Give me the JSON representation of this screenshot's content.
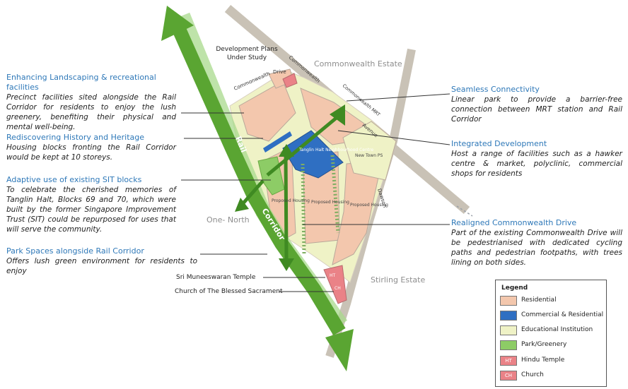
{
  "notes": [
    {
      "heading": "Enhancing Landscaping & recreational facilities",
      "body": "Precinct facilities sited alongside the Rail Corridor for residents to enjoy the lush greenery, benefiting their physical and mental well-being."
    },
    {
      "heading": "Rediscovering History and Heritage",
      "body": "Housing blocks fronting the Rail Corridor would be kept at 10 storeys."
    },
    {
      "heading": "Adaptive use of existing SIT blocks",
      "body": "To celebrate the cherished memories of Tanglin Halt, Blocks 69 and 70, which were built by the former Singapore Improvement Trust (SIT) could be repurposed for uses that will serve the community."
    },
    {
      "heading": "Park Spaces alongside Rail Corridor",
      "body": "Offers lush green environment for residents to enjoy"
    },
    {
      "heading": "Seamless Connectivity",
      "body": "Linear park to provide a barrier-free connection between MRT station and Rail Corridor"
    },
    {
      "heading": "Integrated Development",
      "body": "Host a range of facilities such as a hawker centre & market, polyclinic, commercial shops for residents"
    },
    {
      "heading": "Realigned Commonwealth Drive",
      "body": "Part of the existing Commonwealth Drive will be pedestrianised with dedicated cycling paths and pedestrian footpaths, with trees lining on both sides."
    }
  ],
  "map_labels": {
    "development": "Development Plans Under Study",
    "commonwealth_estate": "Commonwealth Estate",
    "one_north": "One- North",
    "stirling_estate": "Stirling Estate",
    "temple": "Sri Muneeswaran Temple",
    "church": "Church of The Blessed Sacrament",
    "rail": "Rail",
    "corridor": "Corridor",
    "road_commonwealth": "Commonwealth",
    "road_drive": "Drive",
    "road_avenue": "Avenue",
    "road_dawson": "Dawson",
    "road_commonwealth_drive": "Commonwealth",
    "mrt": "Commonwealth MRT",
    "tanglin_centre": "Tanglin Halt Neighbourhood Centre",
    "new_town_ps": "New Town PS",
    "housing_1": "Proposed Housing",
    "housing_2": "Proposed Housing",
    "housing_3": "Proposed Housing",
    "ht_marker": "HT",
    "ch_marker": "CH"
  },
  "legend": {
    "title": "Legend",
    "items": [
      {
        "label": "Residential",
        "color": "#f3c7ad",
        "code": ""
      },
      {
        "label": "Commercial & Residential",
        "color": "#2f6fc2",
        "code": ""
      },
      {
        "label": "Educational Institution",
        "color": "#eff2c6",
        "code": ""
      },
      {
        "label": "Park/Greenery",
        "color": "#8dcc66",
        "code": ""
      },
      {
        "label": "Hindu Temple",
        "color": "#ea8287",
        "code": "HT"
      },
      {
        "label": "Church",
        "color": "#ea8287",
        "code": "CH"
      }
    ]
  },
  "colors": {
    "accent_blue": "#2e78b8",
    "rail_green": "#5aa532",
    "road": "#c9c2b6",
    "residential": "#f3c7ad",
    "commercial": "#2f6fc2",
    "park": "#8dcc66"
  }
}
